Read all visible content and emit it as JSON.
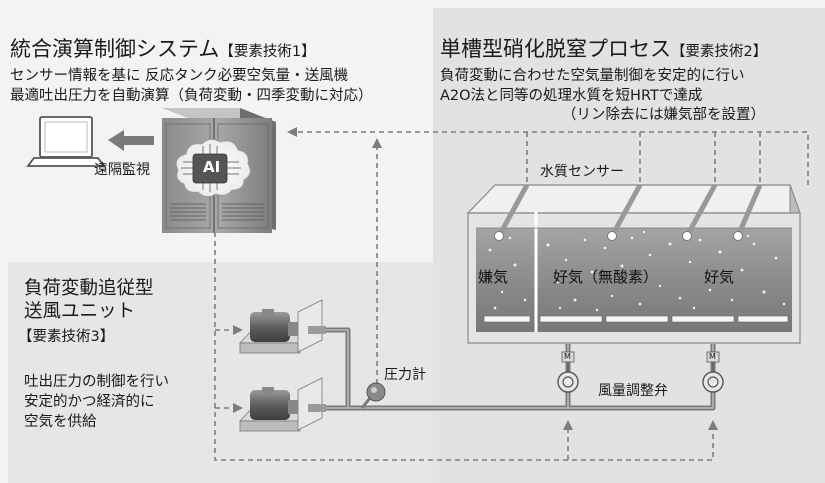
{
  "left_section": {
    "title": "統合演算制御システム",
    "tag": "【要素技術1】",
    "desc_line1": "センサー情報を基に 反応タンク必要空気量・送風機",
    "desc_line2": "最適吐出圧力を自動演算（負荷変動・四季変動に対応）"
  },
  "right_section": {
    "title": "単槽型硝化脱窒プロセス",
    "tag": "【要素技術2】",
    "desc_line1": "負荷変動に合わせた空気量制御を安定的に行い",
    "desc_line2": "A2O法と同等の処理水質を短HRTで達成",
    "desc_line3": "（リン除去には嫌気部を設置）"
  },
  "blower_section": {
    "title_line1": "負荷変動追従型",
    "title_line2": "送風ユニット",
    "tag": "【要素技術3】",
    "desc_line1": "吐出圧力の制御を行い",
    "desc_line2": "安定的かつ経済的に",
    "desc_line3": "空気を供給"
  },
  "labels": {
    "remote": "遠隔監視",
    "ai": "AI",
    "sensor": "水質センサー",
    "pressure_gauge": "圧力計",
    "valve": "風量調整弁",
    "valve_icon": "M"
  },
  "tank": {
    "anaerobic": "嫌気",
    "aerobic_anoxic": "好気（無酸素）",
    "aerobic": "好気"
  },
  "icons": {
    "laptop": "laptop-icon",
    "server": "control-server-icon",
    "blower": "blower-icon",
    "gauge": "pressure-gauge-icon",
    "valve": "flow-valve-icon"
  },
  "colors": {
    "background": "#f3f3f3",
    "panel": "#e6e6e6",
    "tank_body": "#dcdcdc",
    "pipe": "#7a7a7a",
    "dashed_line": "#7d7d7d",
    "ai_chip": "#555555"
  }
}
